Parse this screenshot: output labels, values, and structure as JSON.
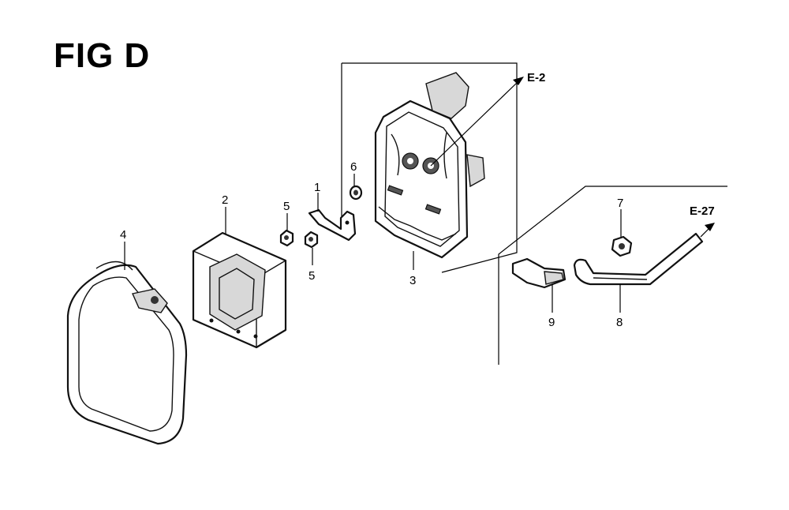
{
  "title": "FIG D",
  "callouts": [
    "1",
    "2",
    "3",
    "4",
    "5",
    "5",
    "6",
    "7",
    "8",
    "9"
  ],
  "references": [
    "E-2",
    "E-27"
  ]
}
